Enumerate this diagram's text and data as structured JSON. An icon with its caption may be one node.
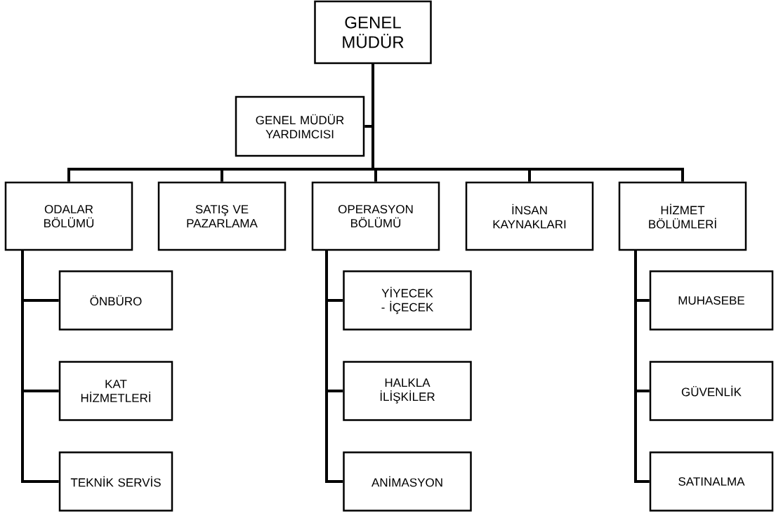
{
  "diagram": {
    "nodes": [
      {
        "text": [
          "GENEL MÜDÜR"
        ]
      },
      {
        "text": [
          "GENEL MÜDÜR YARDIMCISI"
        ]
      },
      {
        "text": [
          "ODALAR BÖLÜMÜ"
        ]
      },
      {
        "text": [
          "SATIŞ VE PAZARLAMA"
        ]
      },
      {
        "text": [
          "OPERASYON BÖLÜMÜ"
        ]
      },
      {
        "text": [
          "İNSAN KAYNAKLARI"
        ]
      },
      {
        "text": [
          "HİZMET BÖLÜMLERİ"
        ]
      },
      {
        "text": [
          "ÖNBÜRO"
        ]
      },
      {
        "text": [
          "KAT HİZMETLERİ"
        ]
      },
      {
        "text": [
          "TEKNİK SERVİS"
        ]
      },
      {
        "text": [
          "YİYECEK - İÇECEK"
        ]
      },
      {
        "text": [
          "HALKLA İLİŞKİLER"
        ]
      },
      {
        "text": [
          "ANİMASYON"
        ]
      },
      {
        "text": [
          "MUHASEBE"
        ]
      },
      {
        "text": [
          "GÜVENLİK"
        ]
      },
      {
        "text": [
          "SATINALMA"
        ]
      }
    ],
    "edges": [
      {
        "from": 0,
        "to": 1,
        "arrow": "none"
      },
      {
        "from": 0,
        "to": 2,
        "arrow": "none"
      },
      {
        "from": 0,
        "to": 3,
        "arrow": "none"
      },
      {
        "from": 0,
        "to": 4,
        "arrow": "none"
      },
      {
        "from": 0,
        "to": 5,
        "arrow": "none"
      },
      {
        "from": 0,
        "to": 6,
        "arrow": "none"
      },
      {
        "from": 2,
        "to": 7,
        "arrow": "none"
      },
      {
        "from": 2,
        "to": 8,
        "arrow": "none"
      },
      {
        "from": 2,
        "to": 9,
        "arrow": "none"
      },
      {
        "from": 4,
        "to": 10,
        "arrow": "none"
      },
      {
        "from": 4,
        "to": 11,
        "arrow": "none"
      },
      {
        "from": 4,
        "to": 12,
        "arrow": "none"
      },
      {
        "from": 6,
        "to": 13,
        "arrow": "none"
      },
      {
        "from": 6,
        "to": 14,
        "arrow": "none"
      },
      {
        "from": 6,
        "to": 15,
        "arrow": "none"
      }
    ]
  }
}
